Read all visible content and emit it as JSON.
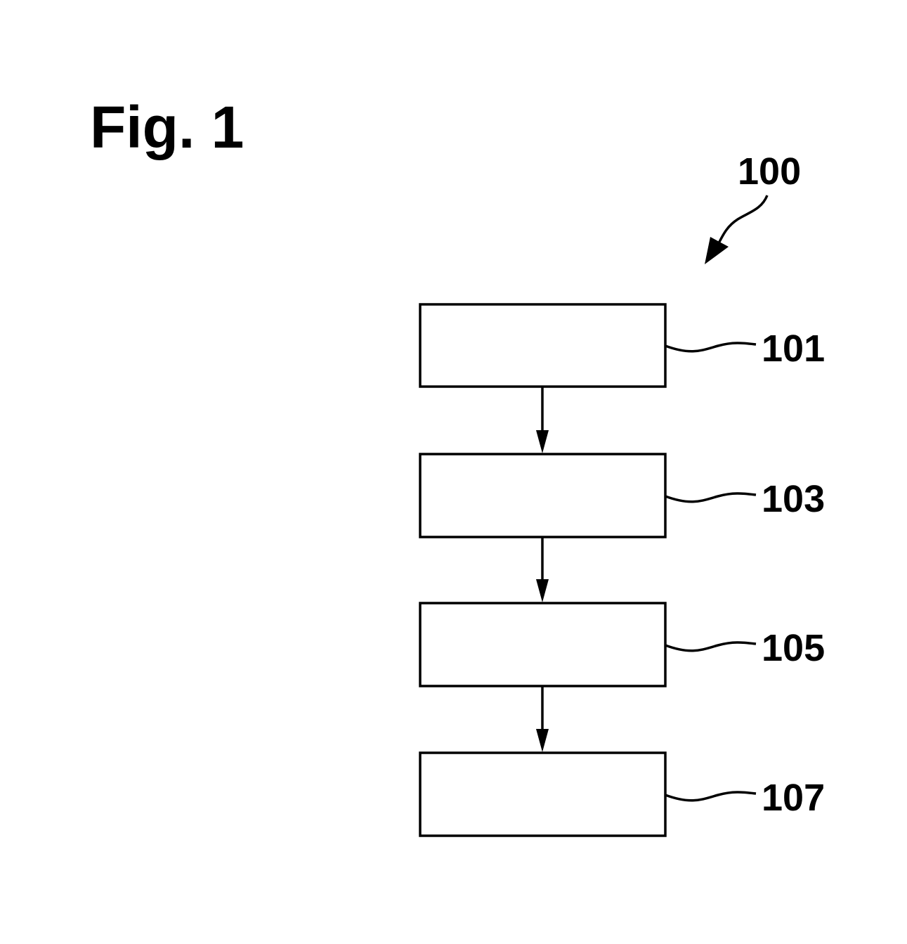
{
  "figure": {
    "title": "Fig. 1",
    "overall_ref": "100",
    "steps": [
      {
        "ref": "101"
      },
      {
        "ref": "103"
      },
      {
        "ref": "105"
      },
      {
        "ref": "107"
      }
    ]
  },
  "colors": {
    "ink": "#000000",
    "paper": "#ffffff"
  }
}
